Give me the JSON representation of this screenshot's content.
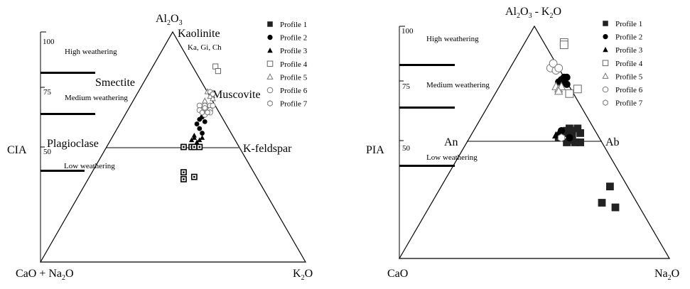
{
  "chart_data": [
    {
      "type": "scatter",
      "subtype": "ternary",
      "vertices": {
        "top": "Al₂O₃",
        "left": "CaO + Na₂O",
        "right": "K₂O"
      },
      "ylabel": "CIA",
      "ticks": [
        "100",
        "75",
        "50"
      ],
      "zones": [
        "High weathering",
        "Medium weathering",
        "Low weathering"
      ],
      "minerals": {
        "kaolinite": "Kaolinite",
        "kaolinite_sub": "Ka, Gi, Ch",
        "smectite": "Smectite",
        "muscovite": "Muscovite",
        "plagioclase": "Plagioclase",
        "kfeldspar": "K-feldspar"
      },
      "legend": [
        "Profile 1",
        "Profile 2",
        "Profile 3",
        "Profile 4",
        "Profile 5",
        "Profile 6",
        "Profile 7"
      ],
      "series": [
        {
          "name": "Profile 1",
          "marker": "square-dot",
          "points": [
            [
              54,
              50
            ],
            [
              57,
              50
            ],
            [
              58,
              50
            ],
            [
              60,
              50
            ],
            [
              54,
              39
            ],
            [
              54,
              36
            ],
            [
              58,
              37
            ]
          ]
        },
        {
          "name": "Profile 2",
          "marker": "circle-filled",
          "points": [
            [
              60,
              62
            ],
            [
              61,
              63
            ],
            [
              59,
              60
            ],
            [
              62,
              64
            ],
            [
              60,
              58
            ],
            [
              61,
              56
            ],
            [
              62,
              61
            ]
          ]
        },
        {
          "name": "Profile 3",
          "marker": "triangle-filled",
          "points": [
            [
              57,
              53
            ],
            [
              58,
              54
            ],
            [
              59,
              52
            ],
            [
              60,
              53
            ],
            [
              58,
              55
            ],
            [
              61,
              54
            ]
          ]
        },
        {
          "name": "Profile 4",
          "marker": "square-open",
          "points": [
            [
              66,
              85
            ],
            [
              67,
              83
            ]
          ]
        },
        {
          "name": "Profile 5",
          "marker": "triangle-open",
          "points": [
            [
              63,
              74
            ],
            [
              64,
              72
            ],
            [
              62,
              70
            ],
            [
              65,
              71
            ]
          ]
        },
        {
          "name": "Profile 6",
          "marker": "circle-open",
          "points": [
            [
              60,
              68
            ],
            [
              62,
              68
            ],
            [
              64,
              68
            ],
            [
              65,
              68
            ],
            [
              61,
              66
            ],
            [
              63,
              66
            ],
            [
              64,
              66
            ],
            [
              62,
              64
            ],
            [
              64,
              65
            ],
            [
              60,
              66
            ]
          ]
        },
        {
          "name": "Profile 7",
          "marker": "hexagon-open",
          "points": [
            [
              61,
              65
            ],
            [
              63,
              65
            ],
            [
              62,
              67
            ],
            [
              64,
              74
            ],
            [
              65,
              73
            ]
          ]
        }
      ]
    },
    {
      "type": "scatter",
      "subtype": "ternary",
      "vertices": {
        "top": "Al₂O₃ - K₂O",
        "left": "CaO",
        "right": "Na₂O"
      },
      "ylabel": "PIA",
      "ticks": [
        "100",
        "75",
        "50"
      ],
      "zones": [
        "High weathering",
        "Medium weathering",
        "Low weathering"
      ],
      "minerals": {
        "an": "An",
        "ab": "Ab"
      },
      "legend": [
        "Profile 1",
        "Profile 2",
        "Profile 3",
        "Profile 4",
        "Profile 5",
        "Profile 6",
        "Profile 7"
      ],
      "series": [
        {
          "name": "Profile 1",
          "marker": "square-filled",
          "points": [
            [
              59,
              52
            ],
            [
              62,
              55
            ],
            [
              63,
              56
            ],
            [
              64,
              55
            ],
            [
              66,
              56
            ],
            [
              64,
              51
            ],
            [
              65,
              50
            ],
            [
              67,
              50
            ],
            [
              67,
              54
            ],
            [
              62,
              50
            ],
            [
              78,
              31
            ],
            [
              75,
              24
            ],
            [
              80,
              22
            ],
            [
              64,
              53
            ],
            [
              61,
              54
            ]
          ]
        },
        {
          "name": "Profile 2",
          "marker": "circle-filled",
          "points": [
            [
              59,
              76
            ],
            [
              60,
              77
            ],
            [
              61,
              78
            ],
            [
              61,
              76
            ],
            [
              62,
              75
            ],
            [
              62,
              78
            ],
            [
              60,
              55
            ],
            [
              63,
              52
            ]
          ]
        },
        {
          "name": "Profile 3",
          "marker": "triangle-filled",
          "points": [
            [
              58,
              53
            ],
            [
              59,
              54
            ],
            [
              60,
              52
            ]
          ]
        },
        {
          "name": "Profile 4",
          "marker": "square-open",
          "points": [
            [
              61,
              93
            ],
            [
              61,
              92
            ],
            [
              63,
              71
            ],
            [
              66,
              73
            ]
          ]
        },
        {
          "name": "Profile 5",
          "marker": "triangle-open",
          "points": [
            [
              58,
              74
            ],
            [
              59,
              73
            ],
            [
              60,
              74
            ],
            [
              59,
              72
            ]
          ]
        },
        {
          "name": "Profile 6",
          "marker": "circle-open",
          "points": [
            [
              56,
              82
            ],
            [
              57,
              84
            ],
            [
              58,
              81
            ],
            [
              59,
              82
            ]
          ]
        },
        {
          "name": "Profile 7",
          "marker": "hexagon-open",
          "points": [
            [
              60,
              52
            ]
          ]
        }
      ]
    }
  ]
}
